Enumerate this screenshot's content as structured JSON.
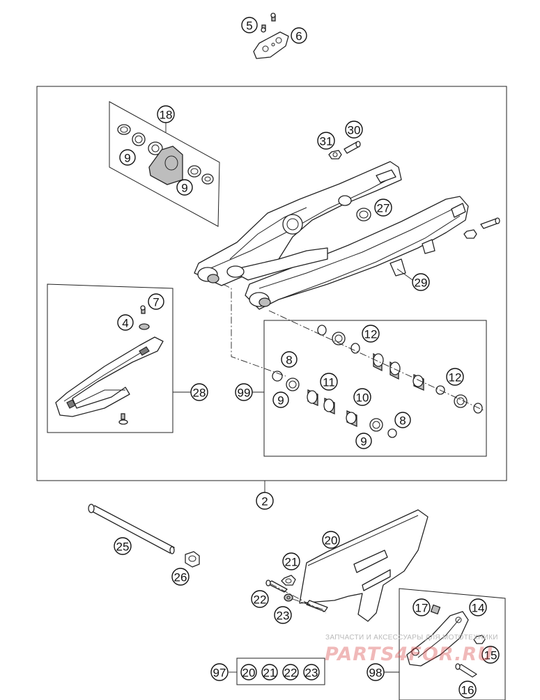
{
  "callouts": {
    "c2": "2",
    "c4": "4",
    "c5": "5",
    "c6": "6",
    "c7": "7",
    "c8a": "8",
    "c8b": "8",
    "c9a": "9",
    "c9b": "9",
    "c9c": "9",
    "c9d": "9",
    "c10": "10",
    "c11": "11",
    "c12a": "12",
    "c12b": "12",
    "c14": "14",
    "c15": "15",
    "c16": "16",
    "c17": "17",
    "c18": "18",
    "c20": "20",
    "c21": "21",
    "c22": "22",
    "c23": "23",
    "c25": "25",
    "c26": "26",
    "c27": "27",
    "c28": "28",
    "c29": "29",
    "c30": "30",
    "c31": "31",
    "c97": "97",
    "c98": "98",
    "c99": "99"
  },
  "kit_97": [
    "20",
    "21",
    "22",
    "23"
  ],
  "watermark": {
    "caption": "ЗАПЧАСТИ И АКСЕССУАРЫ ДЛЯ МОТОТЕХНИКИ",
    "logo": "PARTS4FOR.RU"
  }
}
